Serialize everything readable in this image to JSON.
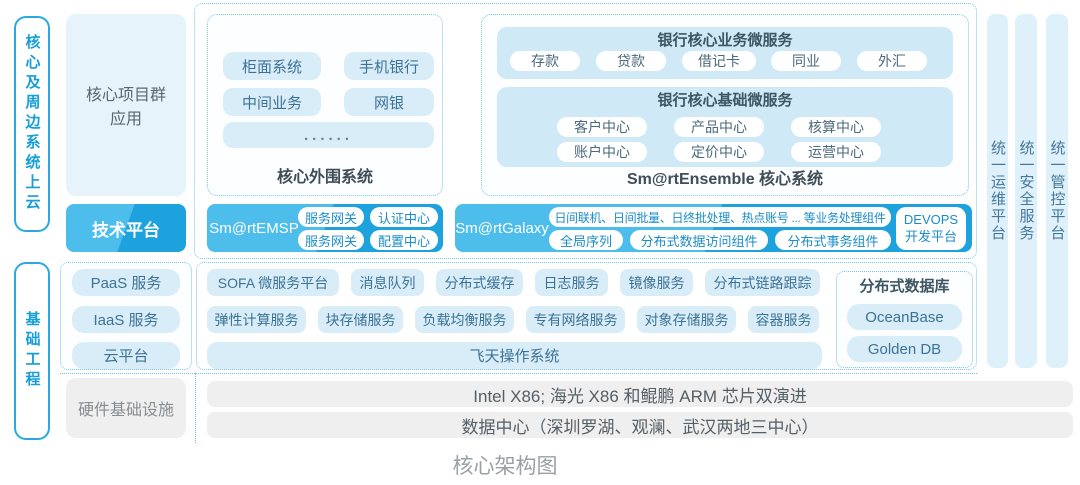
{
  "title": "核心架构图",
  "left_labels": {
    "top": "核心及周边系统上云",
    "bottom": "基础工程"
  },
  "app_column": {
    "app_line1": "核心项目群",
    "app_line2": "应用",
    "tech": "技术平台",
    "paas": "PaaS 服务",
    "iaas": "IaaS 服务",
    "cloud": "云平台",
    "hardware": "硬件基础设施"
  },
  "periph": {
    "label": "核心外围系统",
    "items": [
      "柜面系统",
      "手机银行",
      "中间业务",
      "网银"
    ],
    "dots": "......"
  },
  "ensemble": {
    "label": "Sm@rtEnsemble 核心系统",
    "business": {
      "title": "银行核心业务微服务",
      "items": [
        "存款",
        "贷款",
        "借记卡",
        "同业",
        "外汇"
      ]
    },
    "base": {
      "title": "银行核心基础微服务",
      "items": [
        "客户中心",
        "产品中心",
        "核算中心",
        "账户中心",
        "定价中心",
        "运营中心"
      ]
    }
  },
  "emsp": {
    "label": "Sm@rtEMSP",
    "items": [
      "服务网关",
      "认证中心",
      "服务网关",
      "配置中心"
    ]
  },
  "galaxy": {
    "label": "Sm@rtGalaxy",
    "wide_item": "日间联机、日间批量、日终批处理、热点账号 ... 等业务处理组件",
    "items": [
      "全局序列",
      "分布式数据访问组件",
      "分布式事务组件"
    ],
    "devops": "DEVOPS 开发平台"
  },
  "paas_row": [
    "SOFA 微服务平台",
    "消息队列",
    "分布式缓存",
    "日志服务",
    "镜像服务",
    "分布式链路跟踪"
  ],
  "iaas_row": [
    "弹性计算服务",
    "块存储服务",
    "负载均衡服务",
    "专有网络服务",
    "对象存储服务",
    "容器服务"
  ],
  "cloud_row": "飞天操作系统",
  "db": {
    "title": "分布式数据库",
    "items": [
      "OceanBase",
      "Golden DB"
    ]
  },
  "hardware_rows": [
    "Intel X86; 海光 X86 和鲲鹏 ARM 芯片双演进",
    "数据中心（深圳罗湖、观澜、武汉两地三中心）"
  ],
  "right_bars": [
    "统一运维平台",
    "统一安全服务",
    "统一管控平台"
  ],
  "colors": {
    "accent_blue": "#1ea2de",
    "light_blue": "#d9edf8",
    "dashed_border": "#74c6e9",
    "gray_box": "#efefef"
  }
}
